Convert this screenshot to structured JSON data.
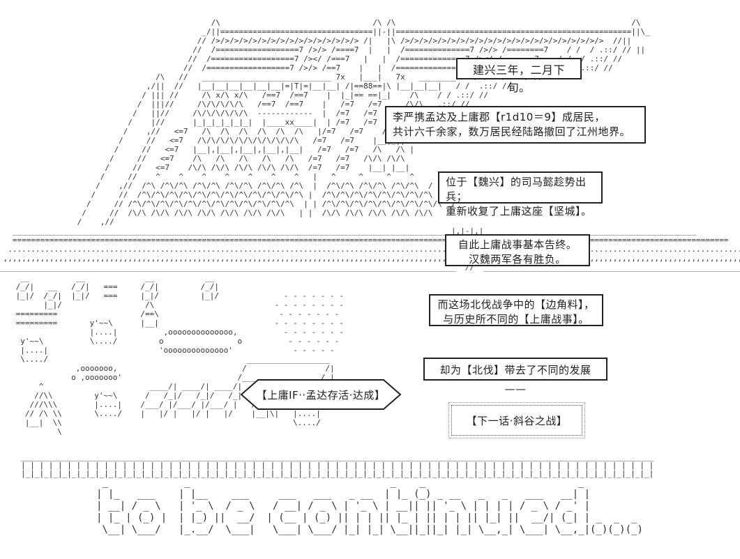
{
  "colors": {
    "ink": "#2b2b2b",
    "background": "#ffffff",
    "border": "#222222"
  },
  "boxes": {
    "date": {
      "lines": [
        "建兴三年，二月下旬。"
      ]
    },
    "evacuation": {
      "lines": [
        "李严携孟达及上庸郡【r1d10＝9】成居民，",
        "共计六千余家，数万居民经陆路撤回了江州地界。"
      ]
    },
    "reconquest": {
      "lines": [
        "位于【魏兴】的司马懿趁势出兵；",
        "重新收复了上庸这座【坚城】。"
      ]
    },
    "conclusion": {
      "lines": [
        "自此上庸战事基本告终。",
        "汉魏两军各有胜负。"
      ]
    },
    "sidenote": {
      "lines": [
        "而这场北伐战争中的【边角料】，",
        "与历史所不同的【上庸战事】。"
      ]
    },
    "development": {
      "lines": [
        "却为【北伐】带去了不同的发展——"
      ]
    }
  },
  "achievement_bubble": {
    "text": "【上庸IF··孟达存活·达成】"
  },
  "next_episode": {
    "text": "【下一话·斜谷之战】"
  },
  "dice_roll": "r1d10＝9",
  "to_be_continued_text": "to be continued...",
  "ascii_art": {
    "castle": [
      "                                              /\\                                 /\\ /\\                                                   /\\",
      "                                            _/||=================================||-||===================================================||\\_",
      "                                           // />/>/>/>/>/>/>/>/>/>/>/>/>/>/>/> /|   |\\ />/>/>/>/>/>/>/>/>/>/>/>/>/>/>/>/>/>/>/>/>/>  //||",
      "                                          //  /==================7 />/> /====7  |   |  /==============7 />/> /========7    / /  / .::/ // ||",
      "                                         //  /==================7 /></ /===7   |   |  /==============7 /></ /=======7    / /  / .::/ //",
      "                                        //  /==================7 />/> /==7    |   |  /==============7 />/> /======7    / /  / .::/ //",
      "                                  /\\   //   ____________________________ 7x   |___|   7x   ________    / /   / .::/ //",
      "                                ,/||  //   |__|__|__|__|__|__|=|T|=|__|__| /|==88==|\\ |__|__|__|   / /  .::/ //",
      "                               / ||| //     /\\ x/\\ x/\\   /==7  /==7    |  |_|== ==|_|    /\\    / / .::/ //",
      "                              /  |||//     /\\/\\/\\/\\/\\   /==7  /==7    |   /=7   /=7     /\\/\\   .::/ //",
      "                             /   ||//     /\\/\\/\\/\\/\\/\\  ------------  |  /=7   /=7      |__|  / //",
      "                            /    |//      |_|_|_|_|_|_|  |____xx____|  | /=7   /=7     /\\  | //",
      "                           /    ,//   <=7   /\\  /\\  /\\  /\\  /\\  /\\   |/=7   /=7    /\\/\\ ||/",
      "                          /     //   <=7   /\\/\\/\\/\\/\\/\\/\\/\\/\\/\\/\\   /=7   /=7    |__|_||",
      "                         /     //   <=7   |__|,|__|,|__|,|__|,|__|   /=7   /=7   /\\   /\\ |",
      "                        /     //   <=7    /\\   /\\   /\\   /\\   /\\   /=7   /=7   /\\/\\ /\\/\\",
      "                       /     //   <=7    /\\/\\ /\\/\\ /\\/\\ /\\/\\ /\\/\\  /=7   /=7    |__| |__|",
      "                      /     //    ^    ^    ^    ^    ^    ^    ^   |   ^     ^     ^    ^",
      "                     /    ,//  /^\\ /^\\/^\\ /^\\/^\\ /^\\/^\\ /^\\/^\\ /^\\  |  /^\\/^\\ /^\\/^\\ /^\\/^\\  / / .:/",
      "                    /     //  /^\\/^\\/^\\/^\\/^\\/^\\/^\\/^\\/^\\/^\\/^\\/^\\ |  /^\\/^\\/^\\/^\\/^\\/^\\/^\\/^\\  // .:/",
      "                   /     // /^\\/^\\/^\\/^\\/^\\/^\\/^\\/^\\/^\\/^\\/^\\/^\\  | | /^\\/^\\/^\\/^\\/^\\/^\\/^\\/^\\/\\  /",
      "                  /     //  /\\/\\ /\\/\\ /\\/\\ /\\/\\ /\\/\\ /\\/\\ /\\/\\   | |  /\\/\\ /\\/\\ /\\/\\ /\\/\\ /\\/\\",
      "                 /    ,//",
      "   _______________________________________________________________________________________________|,|-|,|______________________________________________",
      "   ================================================================================================|,| |,|====================================================",
      "  ....................................................................................................  //  ..........................................................",
      " ,,,,,,,,,,,,,,,,,,,,,,,,,,,,,,,,,,,,,,,,,,,,,,,,,,,,,,,,,,,,,,,,,,,,,,,,,,,,,,,,,,,,,,,,,,,,,,,,,,,,  //  ,,,,,,,,,,,,,,,,,,,,,,,,,,,,,,,,,,,,,,,,,,,,,,,,,,,,,,,,,,",
      "___________________________________________________________________________________________________  //  __________________________________________________________"
    ],
    "camp": [
      "  __          __             __           __",
      " /_/|   __   /_/|   ===     /_/|         /_/|",
      " |_|/  /_/|  |_|/   ===     |_|/         |_|/              - - - - - - -",
      "       |_|/                  /\\                          - - - - - - - -",
      " =========                  /==\\                          - - - - - - -",
      " =========       y'~~\\      |__|                         - - - - - - - -",
      "                 |....|          ,oooooooooooooo,          - - - - - - -",
      "  y'~~\\          \\..../         o                o          - - - - - -",
      "  |....|                        'oooooooooooooo'             - - - - -",
      "  \\..../                                           __________________",
      "              ,ooooooo,                           /                 /|",
      "             o ,ooooooo'                         /_________________/ |",
      "      ^                       ____/| ____/| ____/|    /\\",
      "     //\\\\         y'~~\\      /   /_|/   /_|/   /_|   //\\\\",
      "    ///\\\\\\        |....|    /___/ |/___/ |/___/ |   //  \\\\   y'~~\\",
      "   // /\\ \\\\       \\..../    |   |/ |   |/ |   |/    |__|\\|   |....|",
      "   |__|  \\\\                                                  \\..../",
      "          \\"
    ],
    "rampart": [
      "_________________________________________________________________________________________________________________________________________",
      "| | | | | | | | | | | | | | | | | | | | | | | | | | | | | | | | | | | | | | | | | | | | | | | | | | | | | | | | | | | | | | | | | | | | |",
      "|_|_|_|_|_|_|_|_|_|_|_|_|_|_|_|_|_|_|_|_|_|_|_|_|_|_|_|_|_|_|_|_|_|_|_|_|_|_|_|_|_|_|_|_|_|_|_|_|_|_|_|_|_|_|_|_|_|_|_|_|_|_|_|_|_|_|_|_|"
    ],
    "to_be_continued": [
      " _             _                                  _    _                          _          ",
      "| |_   ___    | |__    ___     ___   ___   _ __  | |_ (_) _ __   _   _   ___   __| |         ",
      "| __| / _ \\   | '_ \\  / _ \\   / __| / _ \\ | '_ \\ | __|| || '_ \\ | | | | / _ \\ / _' |         ",
      "| |_ | (_) |  | |_) ||  __/  | (__ | (_) || | | || |_ | || | | || |_| ||  __/| (_| | _  _  _ ",
      " \\__| \\___/   |_.__/  \\___|   \\___| \\___/ |_| |_| \\__||_||_| |_| \\__,_| \\___| \\__,_|(_)(_)(_)"
    ]
  }
}
